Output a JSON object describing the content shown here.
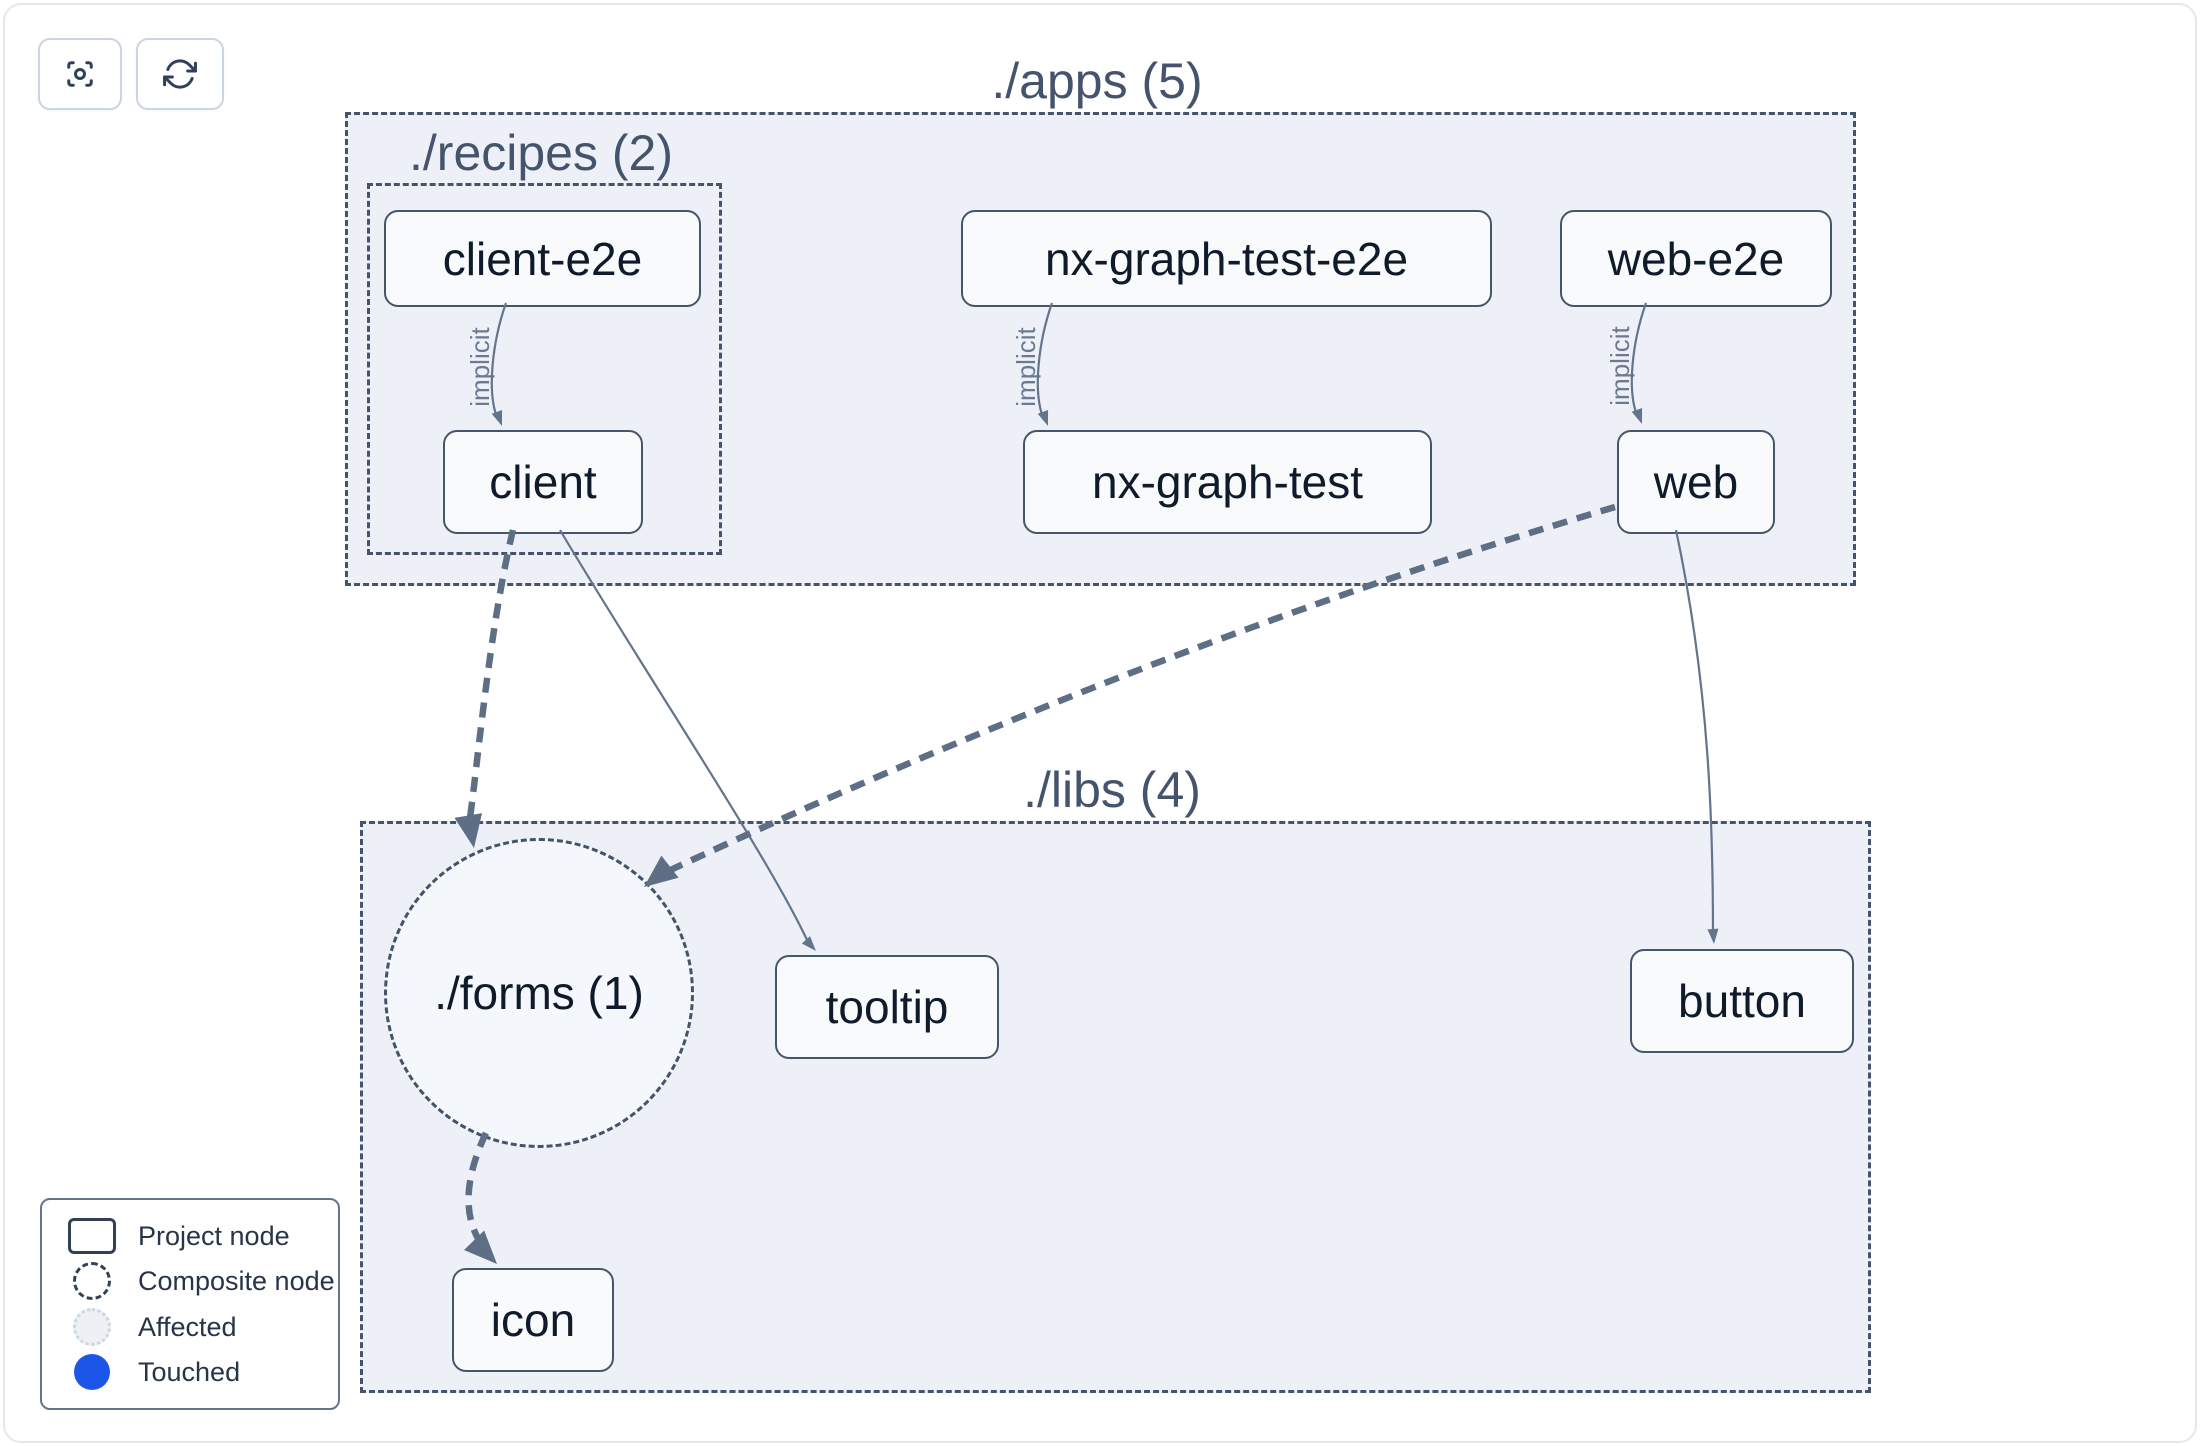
{
  "toolbar": {
    "focus_button": "focus-graph",
    "refresh_button": "refresh-graph"
  },
  "groups": {
    "apps": {
      "label": "./apps (5)"
    },
    "recipes": {
      "label": "./recipes (2)"
    },
    "libs": {
      "label": "./libs (4)"
    }
  },
  "nodes": {
    "client_e2e": {
      "label": "client-e2e"
    },
    "nx_graph_test_e2e": {
      "label": "nx-graph-test-e2e"
    },
    "web_e2e": {
      "label": "web-e2e"
    },
    "client": {
      "label": "client"
    },
    "nx_graph_test": {
      "label": "nx-graph-test"
    },
    "web": {
      "label": "web"
    },
    "forms": {
      "label": "./forms (1)"
    },
    "tooltip": {
      "label": "tooltip"
    },
    "button": {
      "label": "button"
    },
    "icon": {
      "label": "icon"
    }
  },
  "edges": {
    "list": [
      {
        "from": "client-e2e",
        "to": "client",
        "label": "implicit",
        "style": "solid"
      },
      {
        "from": "nx-graph-test-e2e",
        "to": "nx-graph-test",
        "label": "implicit",
        "style": "solid"
      },
      {
        "from": "web-e2e",
        "to": "web",
        "label": "implicit",
        "style": "solid"
      },
      {
        "from": "client",
        "to": "./forms",
        "label": "",
        "style": "thick-dashed"
      },
      {
        "from": "client",
        "to": "tooltip",
        "label": "",
        "style": "solid"
      },
      {
        "from": "web",
        "to": "./forms",
        "label": "",
        "style": "thick-dashed"
      },
      {
        "from": "web",
        "to": "button",
        "label": "",
        "style": "solid"
      },
      {
        "from": "./forms",
        "to": "icon",
        "label": "",
        "style": "thick-dashed"
      }
    ]
  },
  "legend": {
    "items": [
      {
        "label": "Project node",
        "icon": "rect-outline"
      },
      {
        "label": "Composite node",
        "icon": "dashed-circle"
      },
      {
        "label": "Affected",
        "icon": "light-dotted-circle"
      },
      {
        "label": "Touched",
        "icon": "blue-circle"
      }
    ]
  },
  "colors": {
    "touched_blue": "#1d55e8",
    "group_fill": "#edf1f7",
    "group_border": "#46546b",
    "node_fill": "#f8fafc",
    "node_border": "#475569",
    "edge_thin": "#64748b",
    "edge_thick": "#5d6e85",
    "title_text": "#45546c",
    "frame_border": "#e2e8f0"
  }
}
